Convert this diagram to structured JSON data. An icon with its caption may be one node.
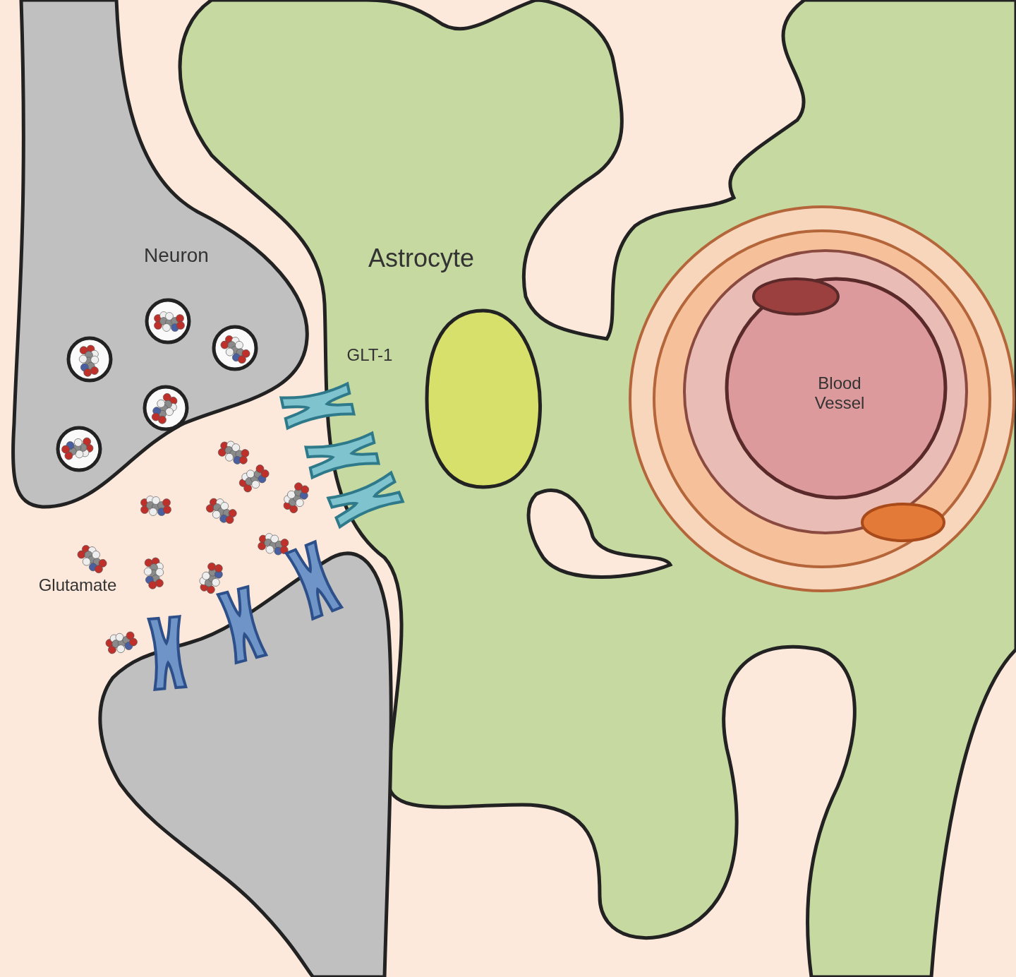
{
  "diagram": {
    "nodes": [
      {
        "text": [
          "Neuron"
        ]
      },
      {
        "text": [
          "Astrocyte"
        ]
      },
      {
        "text": [
          "Blood Vessel"
        ]
      }
    ],
    "labels": [
      "GLT-1",
      "Glutamate"
    ]
  }
}
